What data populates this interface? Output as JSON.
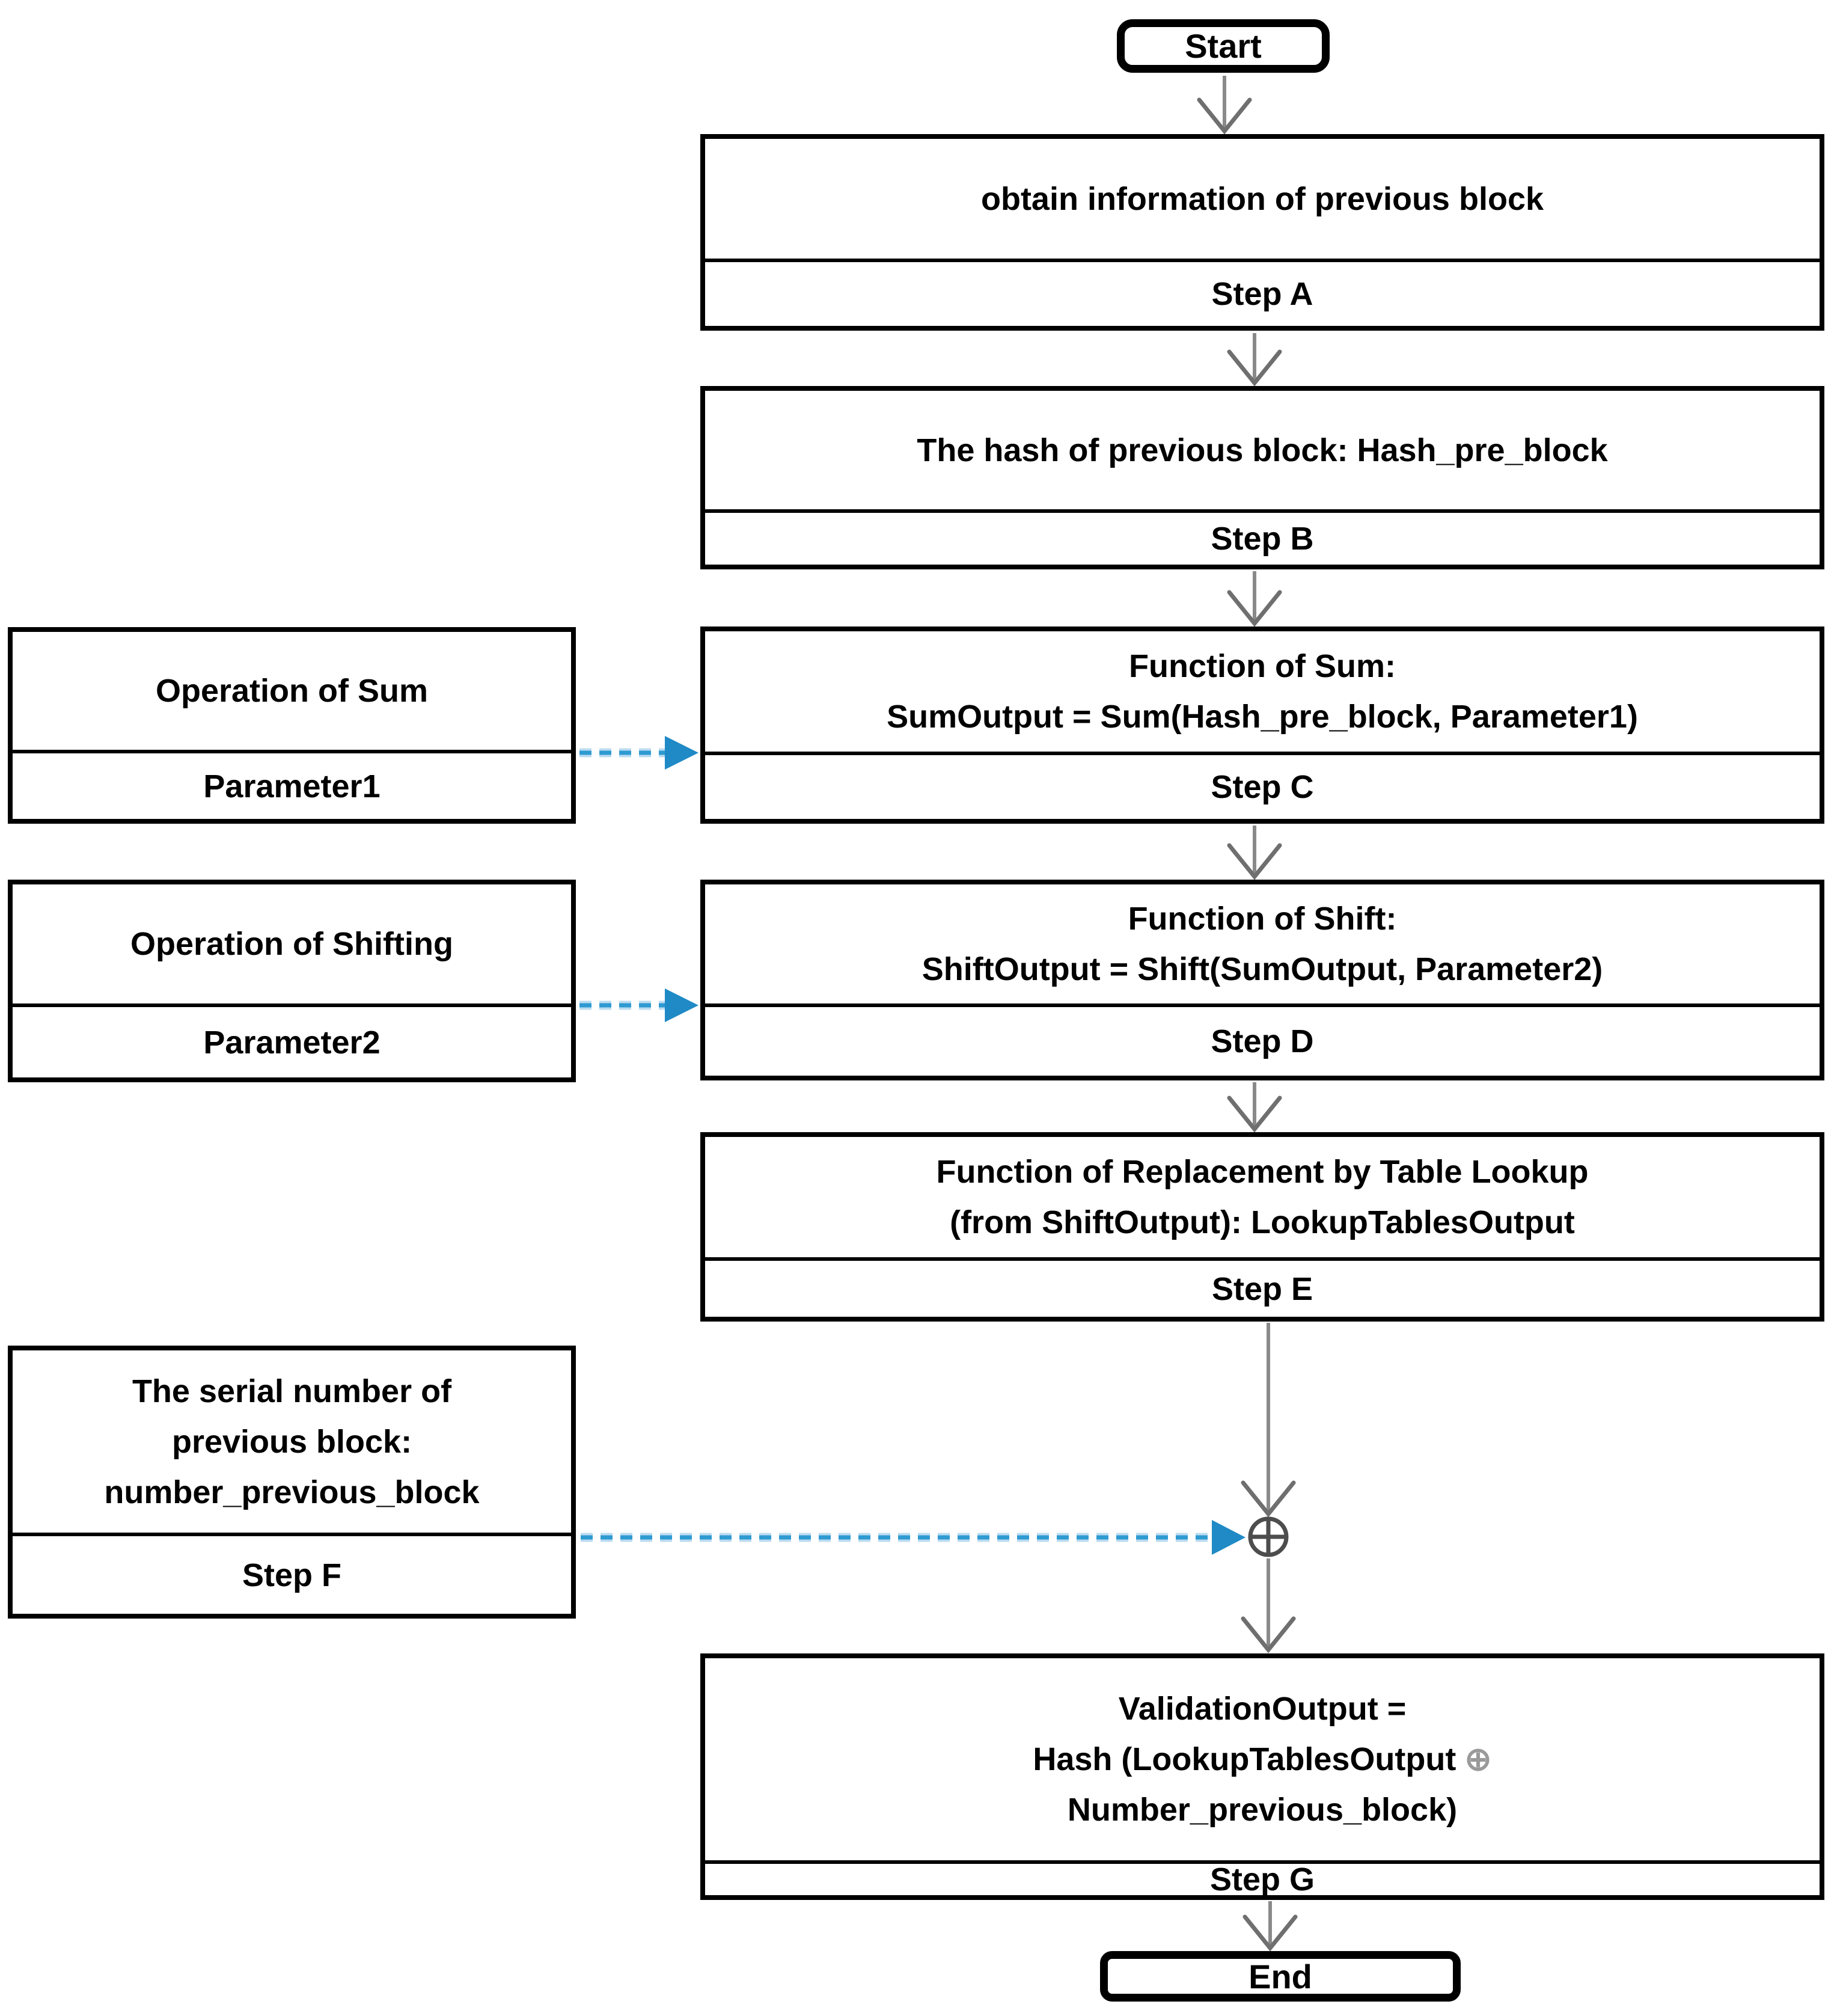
{
  "terminals": {
    "start": "Start",
    "end": "End"
  },
  "steps": [
    {
      "id": "A",
      "lines": [
        "obtain information of previous block"
      ],
      "label": "Step A"
    },
    {
      "id": "B",
      "lines": [
        "The hash of previous block: Hash_pre_block"
      ],
      "label": "Step B"
    },
    {
      "id": "C",
      "lines": [
        "Function of Sum:",
        "SumOutput = Sum(Hash_pre_block, Parameter1)"
      ],
      "label": "Step C"
    },
    {
      "id": "D",
      "lines": [
        "Function of Shift:",
        "ShiftOutput = Shift(SumOutput, Parameter2)"
      ],
      "label": "Step D"
    },
    {
      "id": "E",
      "lines": [
        "Function of Replacement by Table Lookup",
        "(from ShiftOutput): LookupTablesOutput"
      ],
      "label": "Step E"
    },
    {
      "id": "G",
      "lines": [
        "ValidationOutput =",
        "Hash (LookupTablesOutput",
        "Number_previous_block)"
      ],
      "label": "Step G"
    }
  ],
  "side_boxes": [
    {
      "lines": [
        "Operation of Sum"
      ],
      "label": "Parameter1"
    },
    {
      "lines": [
        "Operation of Shifting"
      ],
      "label": "Parameter2"
    },
    {
      "lines": [
        "The serial number of",
        "previous block:",
        "number_previous_block"
      ],
      "label": "Step F"
    }
  ],
  "xor_symbol": "⊕",
  "colors": {
    "border": "#000000",
    "arrow_gray": "#8a8a8a",
    "dashed_arrow_blue": "#2e9ad2",
    "xor_gray": "#4d4d4d",
    "inline_xor_gray": "#9a9a9a"
  }
}
